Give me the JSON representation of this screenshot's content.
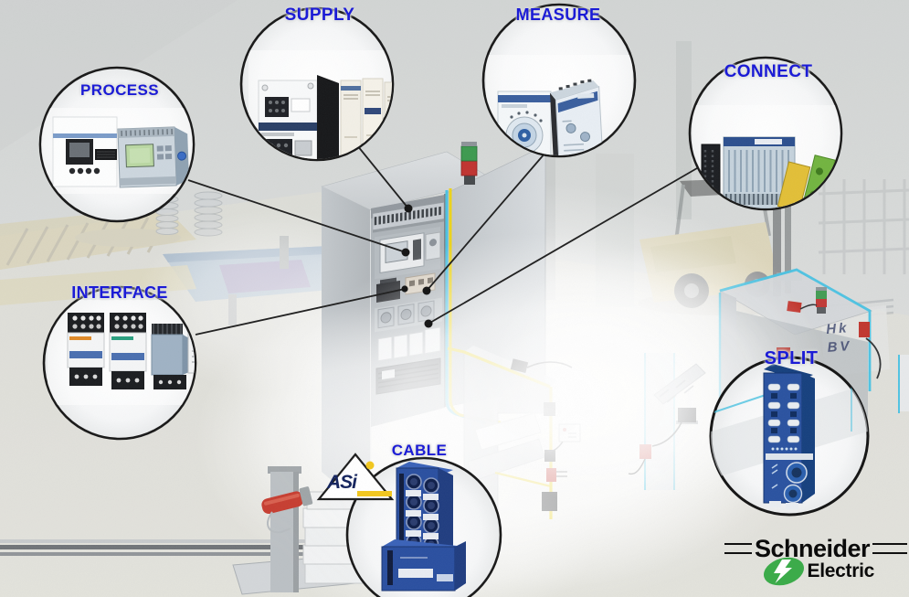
{
  "callouts": [
    {
      "id": "process",
      "label": "PROCESS"
    },
    {
      "id": "supply",
      "label": "SUPPLY"
    },
    {
      "id": "measure",
      "label": "MEASURE"
    },
    {
      "id": "connect",
      "label": "CONNECT"
    },
    {
      "id": "interface",
      "label": "INTERFACE"
    },
    {
      "id": "split",
      "label": "SPLIT"
    },
    {
      "id": "cable",
      "label": "CABLE"
    }
  ],
  "asi": {
    "text": "ASi"
  },
  "brand": {
    "name": "Schneider",
    "sub": "Electric",
    "green": "#3cab4a"
  },
  "background_sign": {
    "line1": "Hk",
    "line2": "BV"
  },
  "colors": {
    "label_blue": "#1b1bd6",
    "callout_line": "#1f1f1f",
    "cable_yellow": "#ecd31b",
    "cable_cyan": "#4ac2e2",
    "asi_navy": "#17265f",
    "asi_yellow": "#f2c71e"
  }
}
